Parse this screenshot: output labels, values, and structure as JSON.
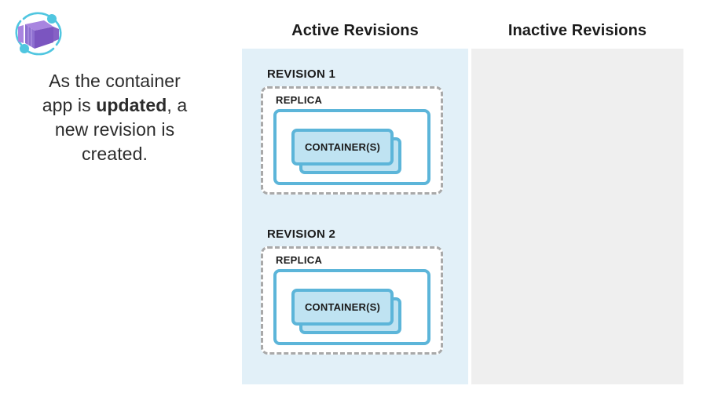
{
  "logo": {
    "name": "azure-container-apps-logo",
    "box_color": "#8661c5",
    "box_color_light": "#a885e0",
    "box_color_dark": "#7248b8",
    "orbit_color": "#50c6e0"
  },
  "caption": {
    "line1": "As the container",
    "line2_a": "app is ",
    "line2_bold": "updated",
    "line2_b": ", a",
    "line3": "new revision is",
    "line4": "created."
  },
  "headers": {
    "active": "Active Revisions",
    "inactive": "Inactive Revisions"
  },
  "panels": {
    "active_bg": "#e2f0f8",
    "inactive_bg": "#efefef"
  },
  "colors": {
    "accent_blue": "#5cb5d9",
    "container_fill": "#bfe3f2",
    "dashed_gray": "#a9a9a9",
    "text": "#1b1b1b"
  },
  "revisions": [
    {
      "title": "REVISION 1",
      "replica_label": "REPLICA",
      "container_label": "CONTAINER(S)"
    },
    {
      "title": "REVISION 2",
      "replica_label": "REPLICA",
      "container_label": "CONTAINER(S)"
    }
  ],
  "inactive_revisions": []
}
